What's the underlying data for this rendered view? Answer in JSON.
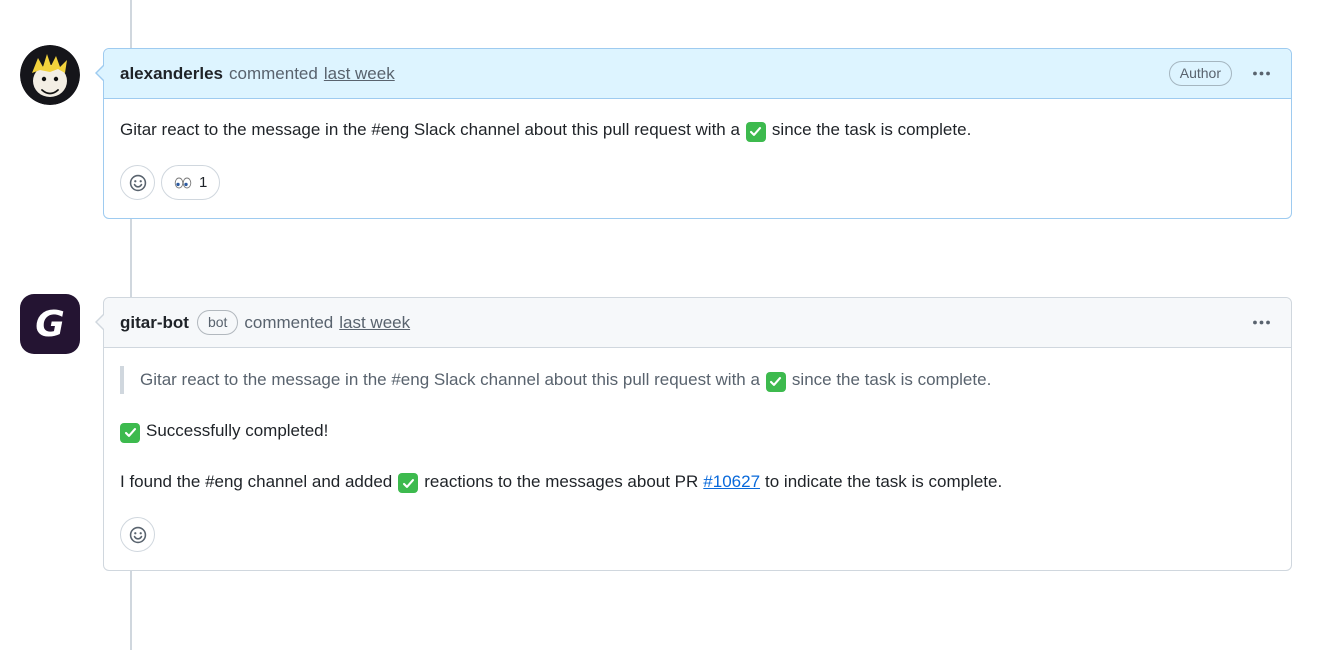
{
  "colors": {
    "author_header_bg": "#ddf4ff",
    "author_border": "#9ecbf0",
    "default_header_bg": "#f6f8fa",
    "default_border": "#d0d7de",
    "link_blue": "#0969da",
    "check_green": "#3dba4e",
    "muted_text": "#59636e",
    "timeline_line": "#d0d7de"
  },
  "icons": {
    "add_reaction": "smiley",
    "eyes_reaction": "eyes",
    "overflow_menu": "kebab-horizontal",
    "inline_check": "white-check-on-green-square"
  },
  "comments": [
    {
      "author": "alexanderles",
      "action": "commented",
      "timestamp": "last week",
      "role_badge": "Author",
      "body": {
        "before_check": "Gitar react to the message in the #eng Slack channel about this pull request with a",
        "after_check": "since the task is complete."
      },
      "reactions": {
        "eyes_count": "1"
      }
    },
    {
      "author": "gitar-bot",
      "type_badge": "bot",
      "action": "commented",
      "timestamp": "last week",
      "quote": {
        "before_check": "Gitar react to the message in the #eng Slack channel about this pull request with a",
        "after_check": "since the task is complete."
      },
      "status": {
        "text": "Successfully completed!"
      },
      "result": {
        "before_check": "I found the #eng channel and added",
        "between": "reactions to the messages about PR",
        "pr_link": "#10627",
        "after_link": "to indicate the task is complete."
      }
    }
  ]
}
